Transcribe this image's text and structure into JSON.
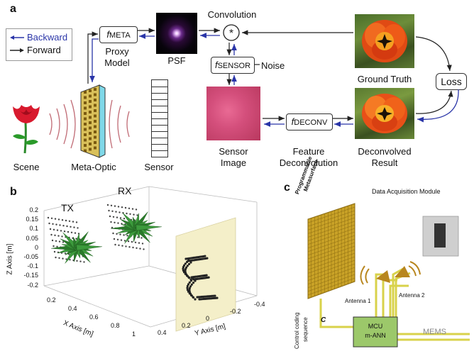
{
  "panel_a": {
    "letter": "a",
    "legend": {
      "backward": "Backward",
      "forward": "Forward"
    },
    "meta_fn": "f",
    "meta_sub": "META",
    "proxy_model": [
      "Proxy",
      "Model"
    ],
    "psf": "PSF",
    "convolution": "Convolution",
    "sensor_fn_sub": "SENSOR",
    "noise": "Noise",
    "ground_truth": "Ground Truth",
    "loss": "Loss",
    "deconv_fn_sub": "DECONV",
    "scene": "Scene",
    "meta_optic": "Meta-Optic",
    "sensor": "Sensor",
    "sensor_image": [
      "Sensor",
      "Image"
    ],
    "feature_deconv": [
      "Feature",
      "Deconvolution"
    ],
    "deconvolved_result": [
      "Deconvolved",
      "Result"
    ]
  },
  "panel_b": {
    "letter": "b",
    "tx": "TX",
    "rx": "RX",
    "z_axis": "Z Axis [m]",
    "x_axis": "X Axis [m]",
    "y_axis": "Y Axis [m]",
    "z_ticks": [
      "0.2",
      "0.15",
      "0.1",
      "0.05",
      "0",
      "-0.05",
      "-0.1",
      "-0.15",
      "-0.2"
    ],
    "x_ticks": [
      "0.2",
      "0.4",
      "0.6",
      "0.8",
      "1"
    ],
    "y_ticks": [
      "0.4",
      "0.2",
      "0",
      "-0.2",
      "-0.4"
    ]
  },
  "panel_c": {
    "letter": "c",
    "data_acq": "Data Acquisition Module",
    "metasurface": [
      "Programmable",
      "Metasurface"
    ],
    "antenna1": "Antenna 1",
    "antenna2": "Antenna 2",
    "control": [
      "Control coding",
      "sequence"
    ],
    "c_label": "C",
    "mcu": [
      "MCU",
      "m-ANN"
    ],
    "watermark": "MEMS"
  },
  "colors": {
    "backward": "#2a35a8",
    "forward": "#222222",
    "metasurface": "#c9a227",
    "trace": "#d8d24a"
  }
}
